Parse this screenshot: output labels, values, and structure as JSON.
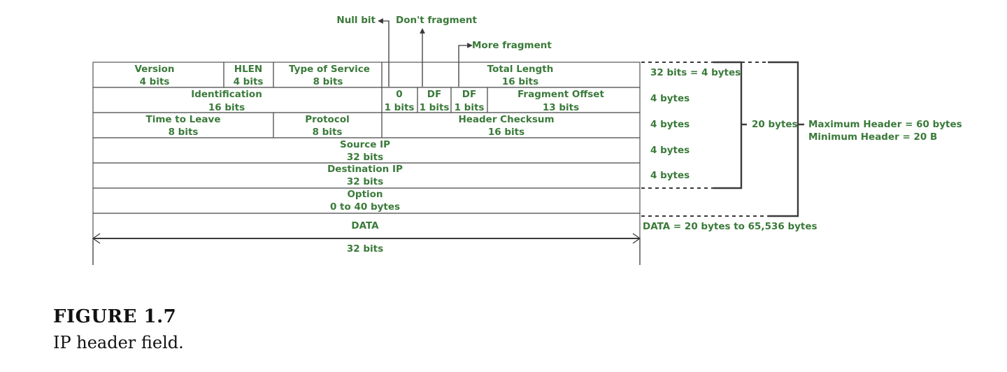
{
  "callouts": {
    "null_bit": "Null bit",
    "dont_fragment": "Don't fragment",
    "more_fragment": "More fragment"
  },
  "rows": [
    {
      "fields": [
        {
          "name": "Version",
          "size": "4 bits"
        },
        {
          "name": "HLEN",
          "size": "4 bits"
        },
        {
          "name": "Type of Service",
          "size": "8 bits"
        },
        {
          "name": "Total Length",
          "size": "16 bits"
        }
      ],
      "bytes": "32 bits = 4 bytes"
    },
    {
      "fields": [
        {
          "name": "Identification",
          "size": "16 bits"
        },
        {
          "name": "0",
          "size": "1 bits"
        },
        {
          "name": "DF",
          "size": "1 bits"
        },
        {
          "name": "DF",
          "size": "1 bits"
        },
        {
          "name": "Fragment Offset",
          "size": "13 bits"
        }
      ],
      "bytes": "4 bytes"
    },
    {
      "fields": [
        {
          "name": "Time to Leave",
          "size": "8 bits"
        },
        {
          "name": "Protocol",
          "size": "8 bits"
        },
        {
          "name": "Header Checksum",
          "size": "16 bits"
        }
      ],
      "bytes": "4 bytes"
    },
    {
      "fields": [
        {
          "name": "Source IP",
          "size": "32 bits"
        }
      ],
      "bytes": "4 bytes"
    },
    {
      "fields": [
        {
          "name": "Destination IP",
          "size": "32 bits"
        }
      ],
      "bytes": "4 bytes"
    },
    {
      "fields": [
        {
          "name": "Option",
          "size": "0 to 40 bytes"
        }
      ]
    },
    {
      "fields": [
        {
          "name": "DATA"
        }
      ]
    }
  ],
  "width_label": "32 bits",
  "data_note": "DATA = 20 bytes to 65,536 bytes",
  "brace_20": "20 bytes",
  "max_header": "Maximum Header = 60 bytes",
  "min_header": "Minimum Header = 20 B",
  "figure": {
    "title": "FIGURE 1.7",
    "caption": "IP header field."
  }
}
